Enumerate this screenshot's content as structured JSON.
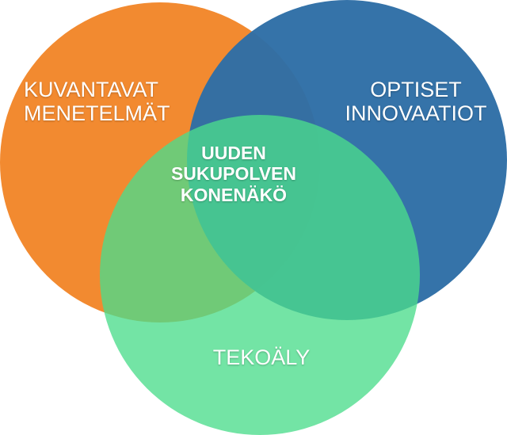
{
  "colors": {
    "orange": "#F28A30",
    "blue": "#2E6EA6",
    "green": "#4CDC8C"
  },
  "circles": {
    "left": {
      "label_lines": [
        "KUVANTAVAT",
        "MENETELMÄT"
      ],
      "color": "#F28A30"
    },
    "right": {
      "label_lines": [
        "OPTISET",
        "INNOVAATIOT"
      ],
      "color": "#2E6EA6"
    },
    "bottom": {
      "label_lines": [
        "TEKOÄLY"
      ],
      "color": "#4CDC8C"
    }
  },
  "center": {
    "label_lines": [
      "UUDEN",
      "SUKUPOLVEN",
      "KONENÄKÖ"
    ]
  }
}
